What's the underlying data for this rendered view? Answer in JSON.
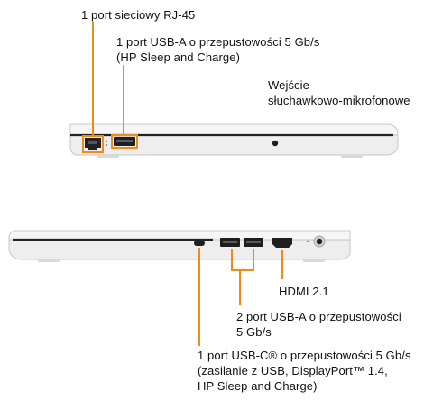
{
  "colors": {
    "leader": "#f28a1a",
    "laptop_body": "#f1f1f1",
    "laptop_edge": "#c9c9c9",
    "text": "#111111"
  },
  "top_view": {
    "ports": [
      {
        "id": "rj45",
        "icon": "ethernet-port-icon",
        "label_lines": [
          "1 port sieciowy RJ-45"
        ]
      },
      {
        "id": "usba",
        "icon": "usb-a-port-icon",
        "label_lines": [
          "1 port USB-A o przepustowości 5 Gb/s",
          "(HP Sleep and Charge)"
        ]
      },
      {
        "id": "audio",
        "icon": "audio-jack-icon",
        "label_lines": [
          "Wejście",
          "słuchawkowo-mikrofonowe"
        ]
      }
    ]
  },
  "bottom_view": {
    "ports": [
      {
        "id": "hdmi",
        "icon": "hdmi-port-icon",
        "label_lines": [
          "HDMI 2.1"
        ]
      },
      {
        "id": "usba2",
        "icon": "usb-a-port-icon",
        "label_lines": [
          "2 port USB-A o przepustowości",
          "5 Gb/s"
        ]
      },
      {
        "id": "usbc",
        "icon": "usb-c-port-icon",
        "label_lines": [
          "1 port USB-C® o przepustowości 5 Gb/s",
          "(zasilanie z USB, DisplayPort™ 1.4,",
          "HP Sleep and Charge)"
        ]
      }
    ]
  }
}
